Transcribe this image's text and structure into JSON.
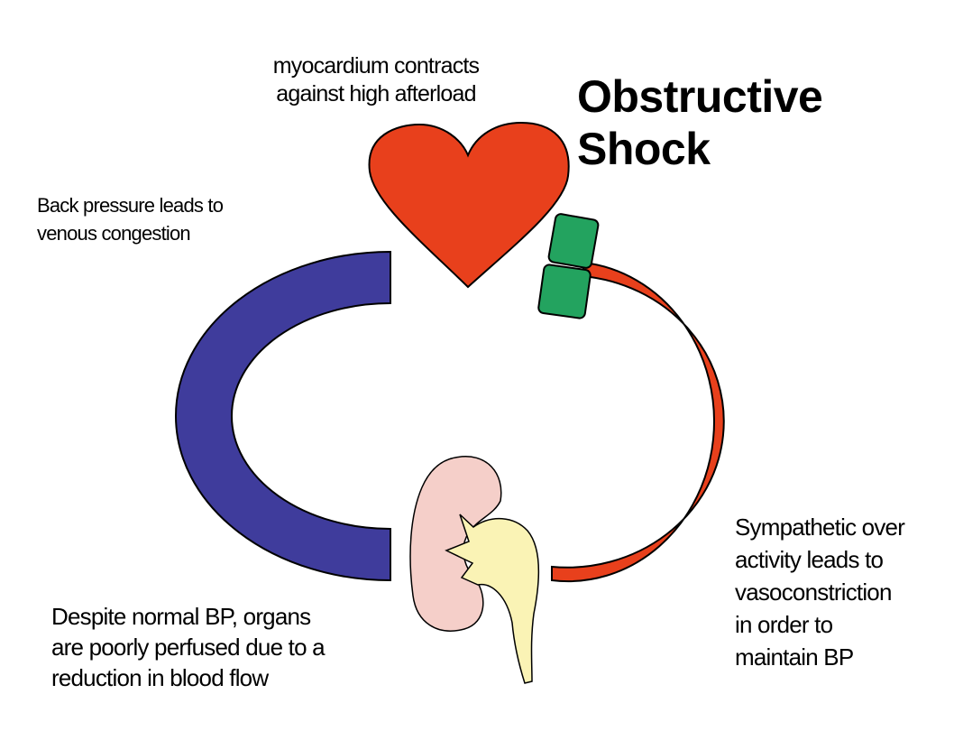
{
  "title": {
    "line1": "Obstructive",
    "line2": "Shock"
  },
  "labels": {
    "myocardium": [
      "myocardium contracts",
      "against high afterload"
    ],
    "back_pressure": [
      "Back pressure leads to",
      "venous congestion"
    ],
    "sympathetic": [
      "Sympathetic over",
      "activity leads to",
      "vasoconstriction",
      "in order to",
      "maintain BP"
    ],
    "perfusion": [
      "Despite normal BP, organs",
      "are poorly perfused due to a",
      "reduction in blood flow"
    ]
  },
  "colors": {
    "heart": "#e8401c",
    "artery": "#e8401c",
    "vein": "#3f3c9c",
    "obstruction": "#23a35f",
    "kidney": "#f5cfc9",
    "ureter": "#faf3b5",
    "outline": "#000000"
  }
}
